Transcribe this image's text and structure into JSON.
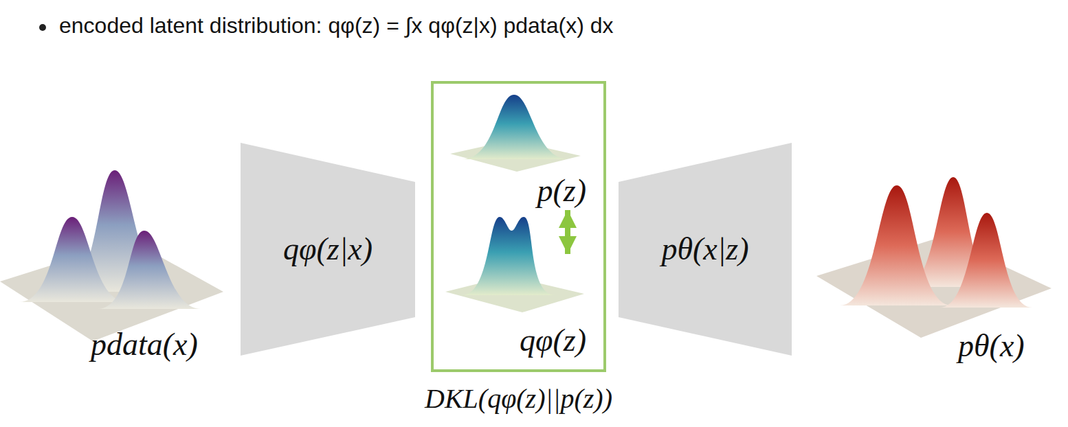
{
  "diagram": {
    "title": "encoded latent distribution: qφ(z) = ∫x qφ(z|x) pdata(x) dx",
    "nodes": [
      {
        "text": [
          "qφ(z|x)"
        ]
      },
      {
        "text": [
          "DKL(qφ(z)||p(z))"
        ]
      },
      {
        "text": [
          "p(z)"
        ],
        "in": 1
      },
      {
        "text": [
          "qφ(z)"
        ],
        "in": 1
      },
      {
        "text": [
          "pθ(x|z)"
        ]
      }
    ],
    "edges": [
      {
        "from": 2,
        "to": 3,
        "arrow": "both"
      }
    ],
    "labels": [
      "pdata(x)",
      "pθ(x)"
    ]
  }
}
